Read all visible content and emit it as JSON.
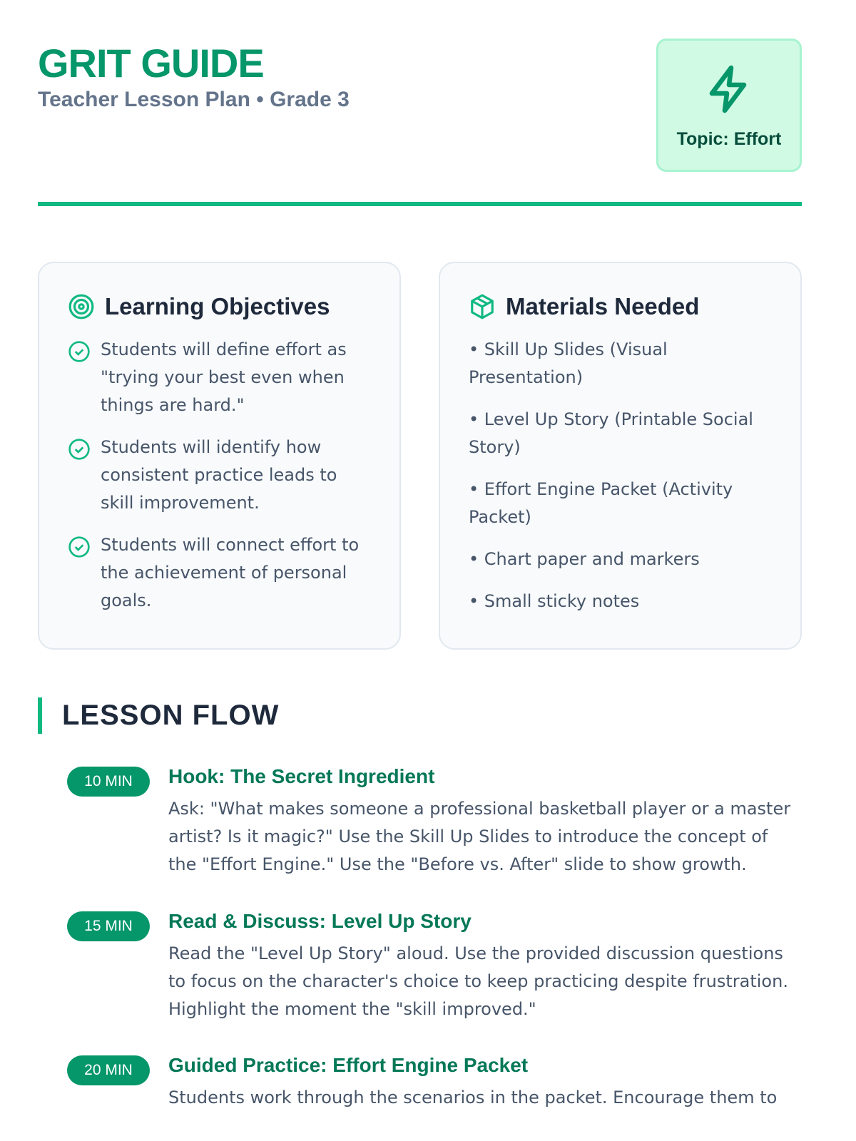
{
  "header": {
    "title": "GRIT GUIDE",
    "subtitle": "Teacher Lesson Plan • Grade 3",
    "topic": "Topic: Effort",
    "topic_icon": "lightning-icon"
  },
  "objectives": {
    "title": "Learning Objectives",
    "icon": "target-icon",
    "items": [
      "Students will define effort as \"trying your best even when things are hard.\"",
      "Students will identify how consistent practice leads to skill improvement.",
      "Students will connect effort to the achievement of personal goals."
    ]
  },
  "materials": {
    "title": "Materials Needed",
    "icon": "cube-icon",
    "items": [
      "• Skill Up Slides (Visual Presentation)",
      "• Level Up Story (Printable Social Story)",
      "• Effort Engine Packet (Activity Packet)",
      "• Chart paper and markers",
      "• Small sticky notes"
    ]
  },
  "lesson_flow": {
    "title": "LESSON FLOW",
    "steps": [
      {
        "time": "10 MIN",
        "title": "Hook: The Secret Ingredient",
        "desc": "Ask: \"What makes someone a professional basketball player or a master artist? Is it magic?\" Use the Skill Up Slides to introduce the concept of the \"Effort Engine.\" Use the \"Before vs. After\" slide to show growth."
      },
      {
        "time": "15 MIN",
        "title": "Read & Discuss: Level Up Story",
        "desc": "Read the \"Level Up Story\" aloud. Use the provided discussion questions to focus on the character's choice to keep practicing despite frustration. Highlight the moment the \"skill improved.\""
      },
      {
        "time": "20 MIN",
        "title": "Guided Practice: Effort Engine Packet",
        "desc": "Students work through the scenarios in the packet. Encourage them to"
      }
    ]
  },
  "colors": {
    "accent": "#059669",
    "rule": "#10b981",
    "badge_bg": "#d1fae5"
  }
}
